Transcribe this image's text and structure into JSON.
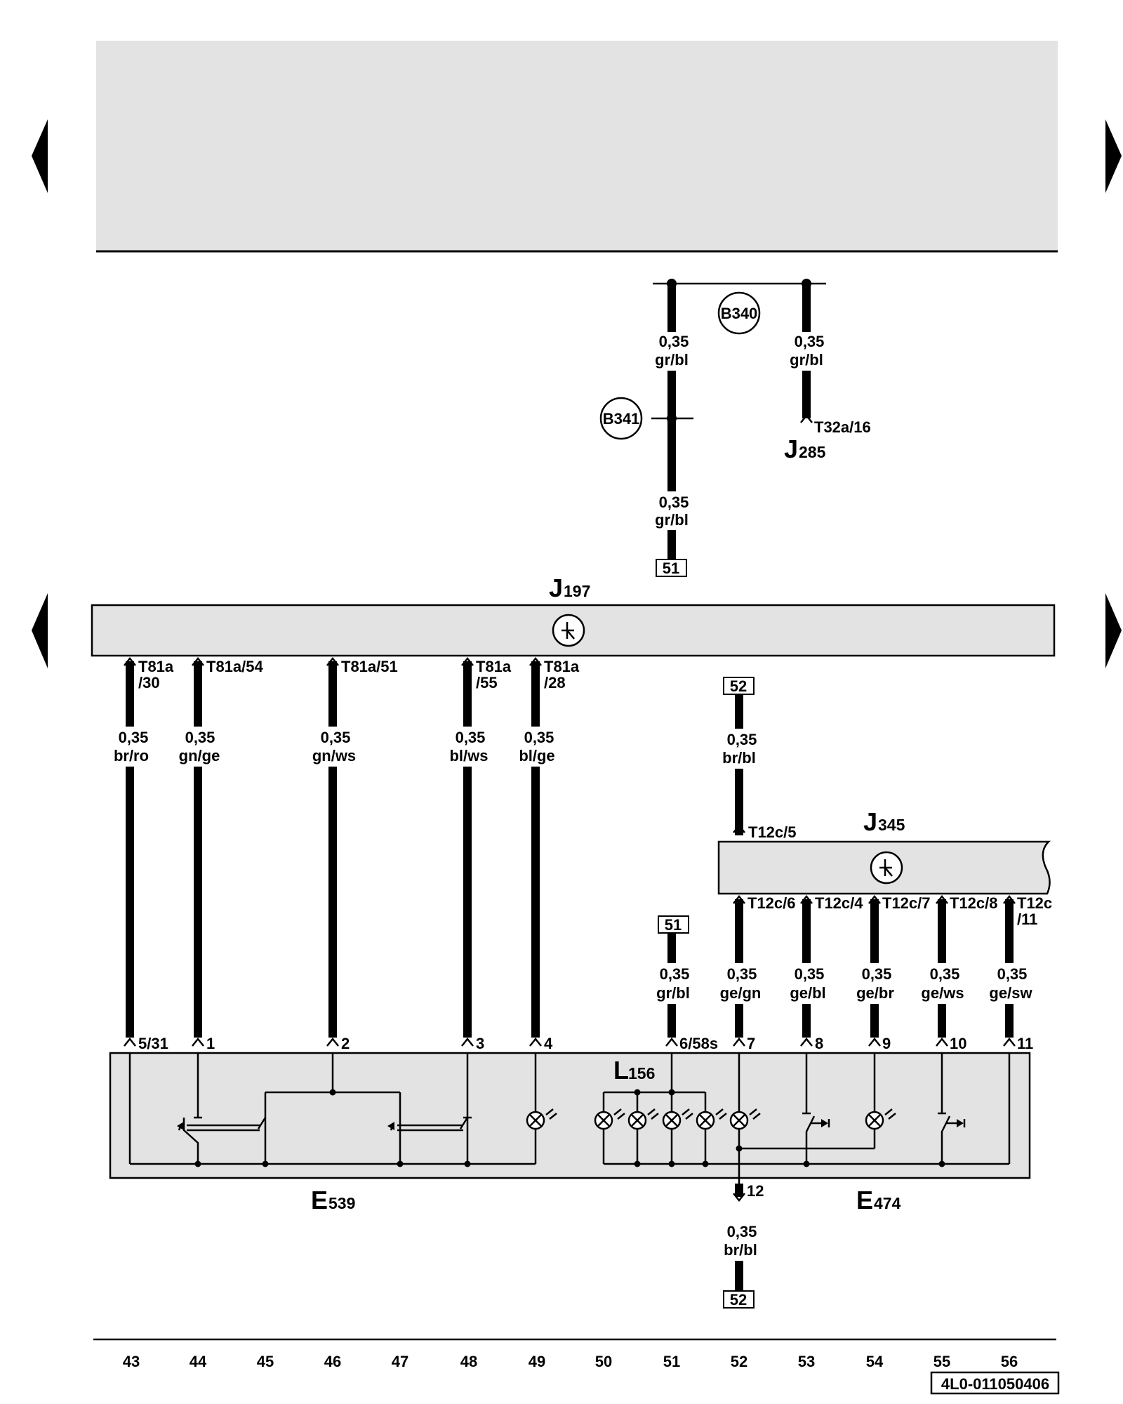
{
  "colors": {
    "panel": "#e3e3e3",
    "line": "#000000",
    "background": "#ffffff"
  },
  "icons": {
    "nav_arrow": "triangle-arrow-icon",
    "control_unit": "control-unit-symbol-icon",
    "bulb": "bulb-icon",
    "switch": "pushbutton-switch-icon",
    "ground_point": "circle-label-icon"
  },
  "components": {
    "j197": {
      "letter": "J",
      "num": "197"
    },
    "j285": {
      "letter": "J",
      "num": "285"
    },
    "j345": {
      "letter": "J",
      "num": "345"
    },
    "e539": {
      "letter": "E",
      "num": "539"
    },
    "e474": {
      "letter": "E",
      "num": "474"
    },
    "l156": {
      "letter": "L",
      "num": "156"
    }
  },
  "points": {
    "b340": "B340",
    "b341": "B341"
  },
  "refs": {
    "r51a": "51",
    "r51b": "51",
    "r52a": "52",
    "r52b": "52"
  },
  "top_wires": {
    "w1": {
      "size": "0,35",
      "color": "gr/bl"
    },
    "w2": {
      "size": "0,35",
      "color": "gr/bl"
    },
    "w3": {
      "size": "0,35",
      "color": "gr/bl"
    },
    "pin": "T32a/16"
  },
  "j197_wires": {
    "c1": {
      "pin1": "T81a",
      "pin2": "/30",
      "size": "0,35",
      "color": "br/ro"
    },
    "c2": {
      "pin1": "T81a/54",
      "size": "0,35",
      "color": "gn/ge"
    },
    "c3": {
      "pin1": "T81a/51",
      "size": "0,35",
      "color": "gn/ws"
    },
    "c4": {
      "pin1": "T81a",
      "pin2": "/55",
      "size": "0,35",
      "color": "bl/ws"
    },
    "c5": {
      "pin1": "T81a",
      "pin2": "/28",
      "size": "0,35",
      "color": "bl/ge"
    }
  },
  "j345_top": {
    "pin": "T12c/5",
    "size": "0,35",
    "color": "br/bl"
  },
  "j345_wires": {
    "c1": {
      "pin": "T12c/6",
      "size": "0,35",
      "color": "ge/gn"
    },
    "c2": {
      "pin": "T12c/4",
      "size": "0,35",
      "color": "ge/bl"
    },
    "c3": {
      "pin": "T12c/7",
      "size": "0,35",
      "color": "ge/br"
    },
    "c4": {
      "pin": "T12c/8",
      "size": "0,35",
      "color": "ge/ws"
    },
    "c5": {
      "pin1": "T12c",
      "pin2": "/11",
      "size": "0,35",
      "color": "ge/sw"
    }
  },
  "wire_51": {
    "size": "0,35",
    "color": "gr/bl"
  },
  "wire_12": {
    "size": "0,35",
    "color": "br/bl"
  },
  "module_pins": [
    "5/31",
    "1",
    "2",
    "3",
    "4",
    "6/58s",
    "7",
    "8",
    "9",
    "10",
    "11",
    "12"
  ],
  "grid_numbers": [
    "43",
    "44",
    "45",
    "46",
    "47",
    "48",
    "49",
    "50",
    "51",
    "52",
    "53",
    "54",
    "55",
    "56"
  ],
  "doc_number": "4L0-011050406"
}
